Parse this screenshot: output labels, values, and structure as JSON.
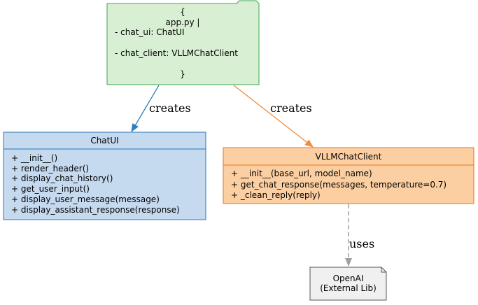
{
  "app_note": {
    "lines": [
      "{",
      "app.py |",
      "- chat_ui: ChatUI",
      "- chat_client: VLLMChatClient",
      "}"
    ],
    "fill": "#d9efd3",
    "stroke": "#3aa84f"
  },
  "chat_ui_class": {
    "name": "ChatUI",
    "methods": [
      "+ __init__()",
      "+ render_header()",
      "+ display_chat_history()",
      "+ get_user_input()",
      "+ display_user_message(message)",
      "+ display_assistant_response(response)"
    ],
    "fill": "#c5d9ef",
    "stroke": "#2f77b4"
  },
  "vllm_client_class": {
    "name": "VLLMChatClient",
    "methods": [
      "+ __init__(base_url, model_name)",
      "+ get_chat_response(messages, temperature=0.7)",
      "+ _clean_reply(reply)"
    ],
    "fill": "#fccfa2",
    "stroke": "#e6741f"
  },
  "openai_note": {
    "lines": [
      "OpenAI",
      "(External Lib)"
    ],
    "fill": "#f0f0f0",
    "stroke": "#555555"
  },
  "edges": {
    "app_to_chatui_label": "creates",
    "app_to_client_label": "creates",
    "client_to_openai_label": "uses",
    "app_to_chatui_color": "#2f7fb6",
    "app_to_client_color": "#f28c3c",
    "client_to_openai_color": "#a0a0a0"
  }
}
